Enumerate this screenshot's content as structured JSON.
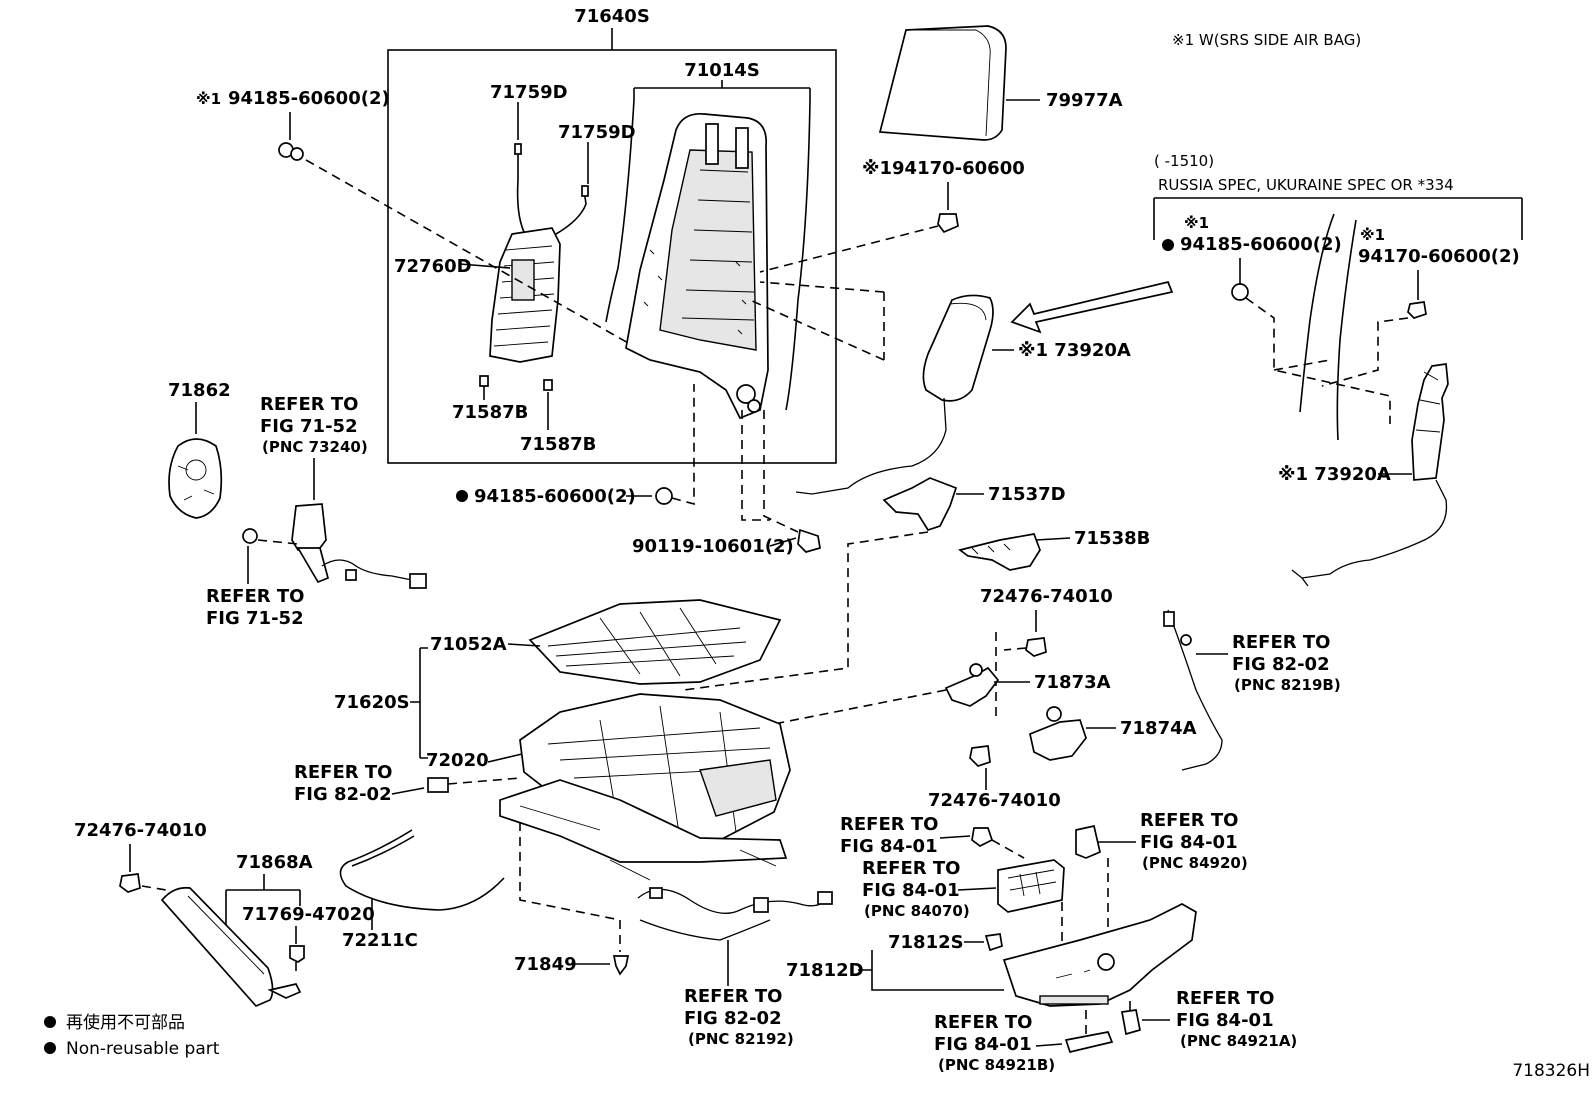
{
  "diagram_code": "718326H",
  "note_w": "※1 W(SRS SIDE AIR BAG)",
  "note_range": "(      -1510)",
  "note_spec": "RUSSIA SPEC, UKURAINE SPEC OR *334",
  "legend": {
    "jp": "再使用不可部品",
    "en": "Non-reusable part"
  },
  "parts": {
    "p71640S": "71640S",
    "p71014S": "71014S",
    "p71759D_a": "71759D",
    "p71759D_b": "71759D",
    "p72760D": "72760D",
    "p71587B_a": "71587B",
    "p71587B_b": "71587B",
    "p79977A": "79977A",
    "p94185_top": "94185-60600(2)",
    "p94185_top_mark": "※1",
    "p94170_mid": "※194170-60600",
    "p94185_right_mark": "※1",
    "p94185_right": "94185-60600(2)",
    "p94170_right_mark": "※1",
    "p94170_right": "94170-60600(2)",
    "p73920A_a": "※1 73920A",
    "p73920A_b": "※1 73920A",
    "p71862": "71862",
    "p94185_mid": "94185-60600(2)",
    "p90119": "90119-10601(2)",
    "p71537D": "71537D",
    "p71538B": "71538B",
    "p72476_a": "72476-74010",
    "p71873A": "71873A",
    "p71874A": "71874A",
    "p72476_b": "72476-74010",
    "p71052A": "71052A",
    "p71620S": "71620S",
    "p72020": "72020",
    "p72476_c": "72476-74010",
    "p71868A": "71868A",
    "p71769": "71769-47020",
    "p72211C": "72211C",
    "p71849": "71849",
    "p71812S": "71812S",
    "p71812D": "71812D"
  },
  "refs": {
    "r1_l1": "REFER TO",
    "r1_l2": "FIG 71-52",
    "r1_l3": "(PNC 73240)",
    "r2_l1": "REFER TO",
    "r2_l2": "FIG 71-52",
    "r3_l1": "REFER TO",
    "r3_l2": "FIG 82-02",
    "r4_l1": "REFER TO",
    "r4_l2": "FIG 82-02",
    "r4_l3": "(PNC 8219B)",
    "r5_l1": "REFER TO",
    "r5_l2": "FIG 84-01",
    "r6_l1": "REFER TO",
    "r6_l2": "FIG 84-01",
    "r6_l3": "(PNC 84070)",
    "r7_l1": "REFER TO",
    "r7_l2": "FIG 84-01",
    "r7_l3": "(PNC 84920)",
    "r8_l1": "REFER TO",
    "r8_l2": "FIG 82-02",
    "r8_l3": "(PNC 82192)",
    "r9_l1": "REFER TO",
    "r9_l2": "FIG 84-01",
    "r9_l3": "(PNC 84921B)",
    "r10_l1": "REFER TO",
    "r10_l2": "FIG 84-01",
    "r10_l3": "(PNC 84921A)"
  }
}
